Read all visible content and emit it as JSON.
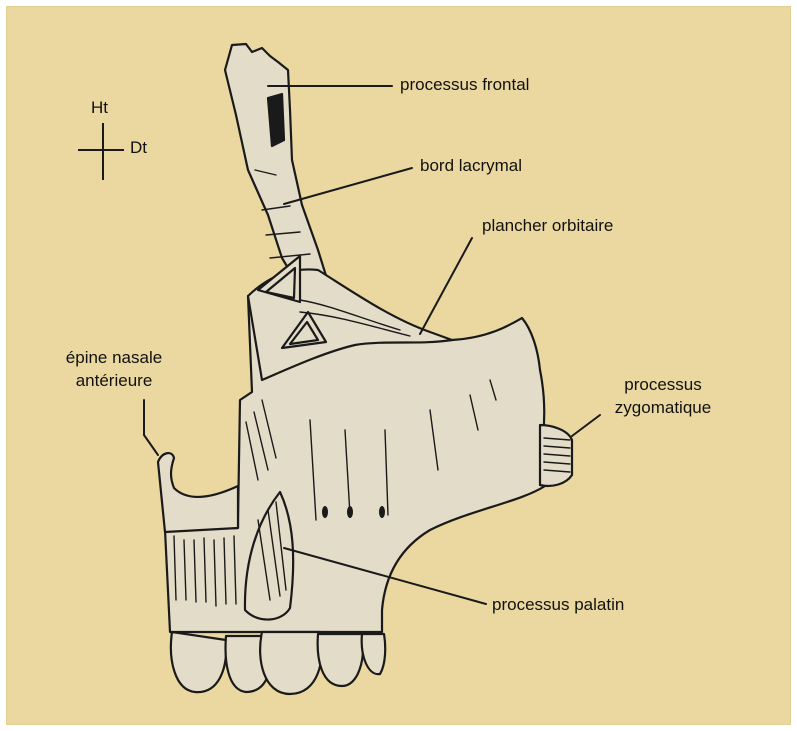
{
  "colors": {
    "background": "#ead8a0",
    "bone": "#e3dcc8",
    "outline": "#1a1a1a"
  },
  "orientation": {
    "up": "Ht",
    "right": "Dt"
  },
  "labels": {
    "processus_frontal": "processus frontal",
    "bord_lacrymal": "bord lacrymal",
    "plancher_orbitaire": "plancher orbitaire",
    "epine_nasale_line1": "épine nasale",
    "epine_nasale_line2": "antérieure",
    "processus_zygomatique_line1": "processus",
    "processus_zygomatique_line2": "zygomatique",
    "processus_palatin": "processus palatin"
  }
}
